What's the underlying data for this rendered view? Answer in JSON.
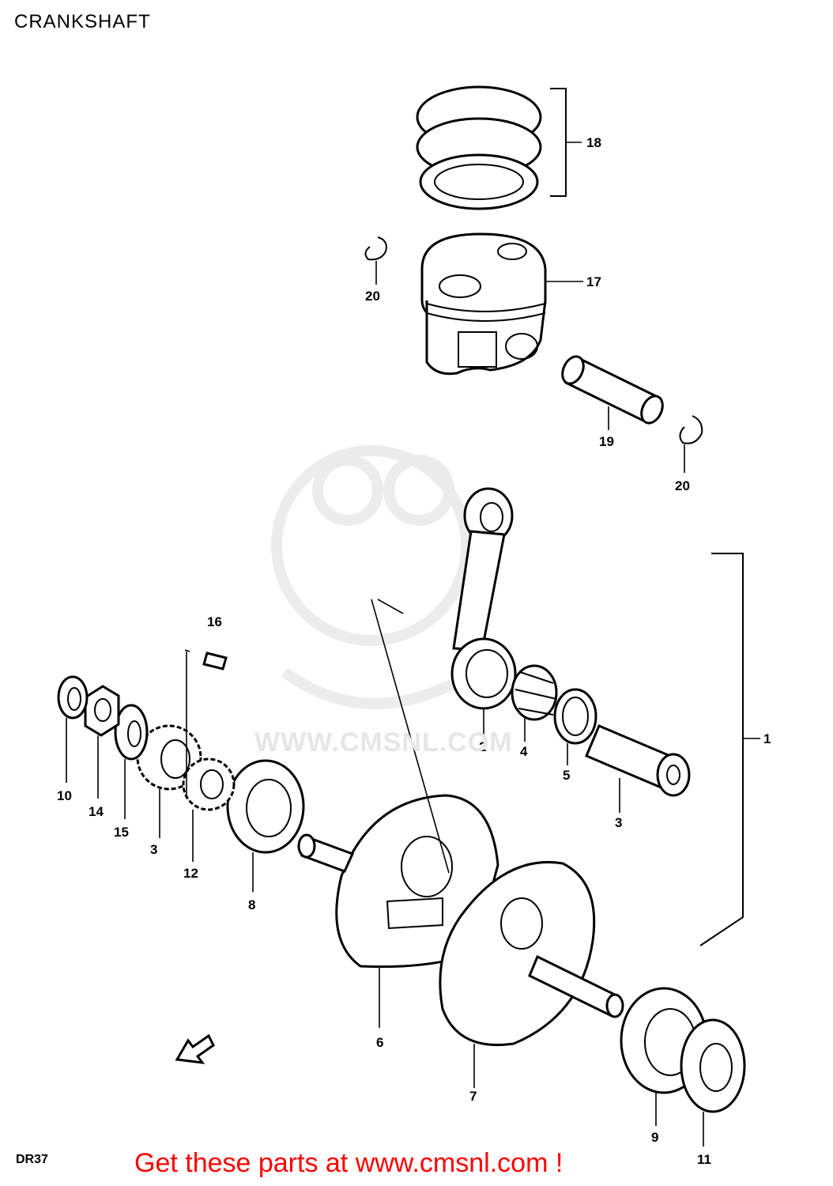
{
  "title": "CRANKSHAFT",
  "doc_code": "DR37",
  "watermark": "WWW.CMSNL.COM",
  "cta": "Get these parts at www.cmsnl.com !",
  "callouts": {
    "p1": "1",
    "p2": "2",
    "p3a": "3",
    "p3b": "3",
    "p4": "4",
    "p5": "5",
    "p6": "6",
    "p7": "7",
    "p8": "8",
    "p9": "9",
    "p10": "10",
    "p11": "11",
    "p12": "12",
    "p14": "14",
    "p15": "15",
    "p16": "16",
    "p17": "17",
    "p18": "18",
    "p19": "19",
    "p20a": "20",
    "p20b": "20"
  }
}
